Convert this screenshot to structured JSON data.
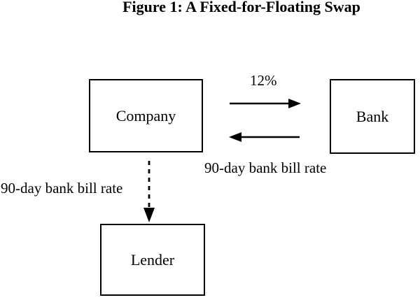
{
  "figure": {
    "title": "Figure 1: A Fixed-for-Floating Swap",
    "nodes": [
      {
        "id": "company",
        "label": "Company"
      },
      {
        "id": "bank",
        "label": "Bank"
      },
      {
        "id": "lender",
        "label": "Lender"
      }
    ],
    "edges": [
      {
        "from": "company",
        "to": "bank",
        "label": "12%",
        "style": "solid",
        "direction": "right"
      },
      {
        "from": "bank",
        "to": "company",
        "label": "90-day bank bill rate",
        "style": "solid",
        "direction": "left"
      },
      {
        "from": "company",
        "to": "lender",
        "label": "90-day bank bill rate",
        "style": "dashed",
        "direction": "down"
      }
    ],
    "colors": {
      "background": "#ffffff",
      "line": "#000000",
      "text": "#000000"
    }
  }
}
